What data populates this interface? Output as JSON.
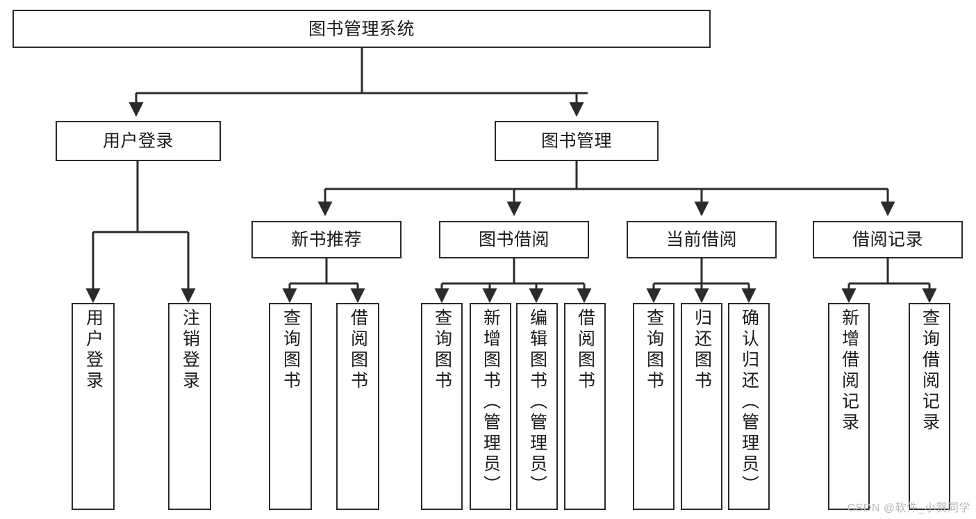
{
  "diagram": {
    "title": "图书管理系统",
    "type": "functional-structure-tree",
    "watermark": "CSDN @软件_小贺同学",
    "colors": {
      "stroke": "#2b2b2b",
      "fill": "#ffffff",
      "text": "#1a1a1a",
      "watermark": "#b9b9b9"
    },
    "levels": {
      "root": {
        "label": "图书管理系统"
      },
      "level1": [
        {
          "id": "user-login",
          "label": "用户登录"
        },
        {
          "id": "book-manage",
          "label": "图书管理"
        }
      ],
      "level2": [
        {
          "id": "new-book-recommend",
          "label": "新书推荐",
          "parent": "book-manage"
        },
        {
          "id": "book-borrow",
          "label": "图书借阅",
          "parent": "book-manage"
        },
        {
          "id": "current-borrow",
          "label": "当前借阅",
          "parent": "book-manage"
        },
        {
          "id": "borrow-record",
          "label": "借阅记录",
          "parent": "book-manage"
        }
      ],
      "leaves": [
        {
          "id": "leaf-user-login",
          "label": "用户登录",
          "parent": "user-login"
        },
        {
          "id": "leaf-user-logout",
          "label": "注销登录",
          "parent": "user-login"
        },
        {
          "id": "leaf-query-book-1",
          "label": "查询图书",
          "parent": "new-book-recommend"
        },
        {
          "id": "leaf-borrow-book-1",
          "label": "借阅图书",
          "parent": "new-book-recommend"
        },
        {
          "id": "leaf-query-book-2",
          "label": "查询图书",
          "parent": "book-borrow"
        },
        {
          "id": "leaf-add-book",
          "label": "新增图书（管理员）",
          "parent": "book-borrow"
        },
        {
          "id": "leaf-edit-book",
          "label": "编辑图书（管理员）",
          "parent": "book-borrow"
        },
        {
          "id": "leaf-borrow-book-2",
          "label": "借阅图书",
          "parent": "book-borrow"
        },
        {
          "id": "leaf-query-book-3",
          "label": "查询图书",
          "parent": "current-borrow"
        },
        {
          "id": "leaf-return-book",
          "label": "归还图书",
          "parent": "current-borrow"
        },
        {
          "id": "leaf-confirm-return",
          "label": "确认归还（管理员）",
          "parent": "current-borrow"
        },
        {
          "id": "leaf-add-record",
          "label": "新增借阅记录",
          "parent": "borrow-record"
        },
        {
          "id": "leaf-query-record",
          "label": "查询借阅记录",
          "parent": "borrow-record"
        }
      ]
    }
  }
}
